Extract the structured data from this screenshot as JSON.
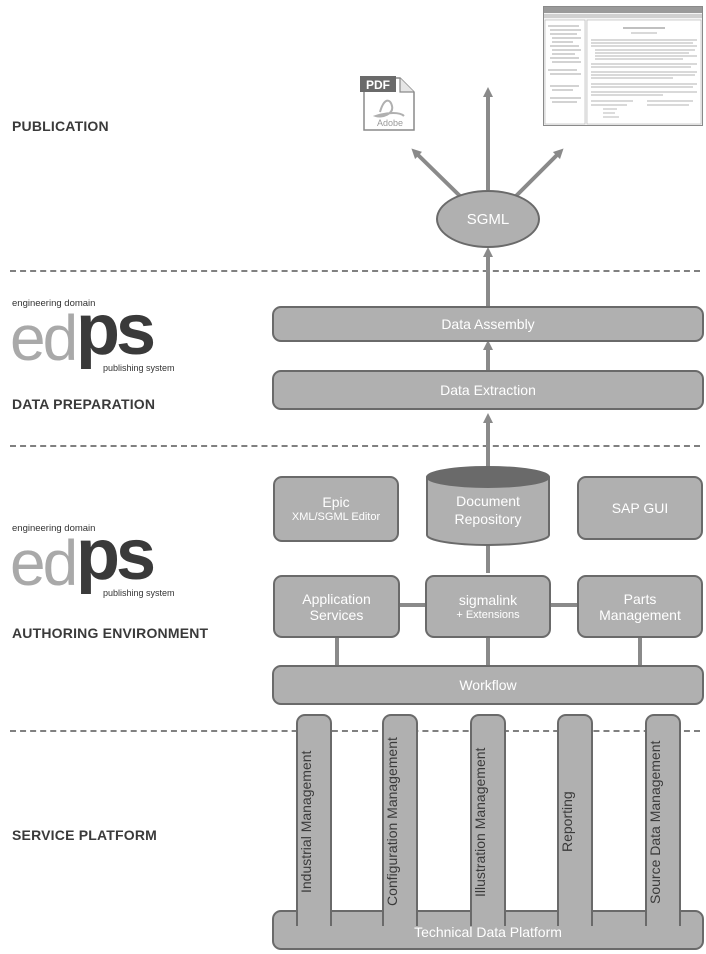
{
  "sections": {
    "publication": "PUBLICATION",
    "data_preparation": "DATA PREPARATION",
    "authoring_environment": "AUTHORING ENVIRONMENT",
    "service_platform": "SERVICE PLATFORM"
  },
  "logo": {
    "tagline_top": "engineering domain",
    "mark_ed": "ed",
    "mark_ps": "ps",
    "tagline_bottom": "publishing system"
  },
  "publication": {
    "sgml": "SGML",
    "pdf_label": "PDF",
    "adobe_label": "Adobe"
  },
  "data_preparation": {
    "assembly": "Data Assembly",
    "extraction": "Data Extraction"
  },
  "authoring": {
    "epic_title": "Epic",
    "epic_sub": "XML/SGML Editor",
    "repository_line1": "Document",
    "repository_line2": "Repository",
    "sap_gui": "SAP GUI",
    "app_services_line1": "Application",
    "app_services_line2": "Services",
    "sigmalink_title": "sigmalink",
    "sigmalink_sub": "+ Extensions",
    "parts_line1": "Parts",
    "parts_line2": "Management",
    "workflow": "Workflow"
  },
  "service_platform": {
    "pillars": [
      "Industrial Management",
      "Configuration Management",
      "Illustration Management",
      "Reporting",
      "Source Data Management"
    ],
    "base": "Technical Data Platform"
  },
  "colors": {
    "box_fill": "#b0b0b0",
    "box_stroke": "#6a6a6a",
    "arrow": "#8a8a8a",
    "label": "#3a3a3a"
  }
}
